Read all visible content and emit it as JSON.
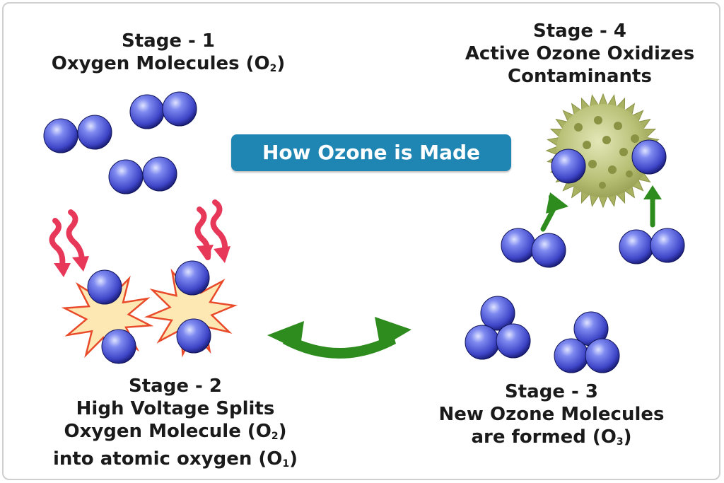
{
  "title": "How Ozone is Made",
  "stages": {
    "s1": {
      "heading": "Stage - 1",
      "line1_pre": "Oxygen Molecules (O",
      "line1_sub": "2",
      "line1_post": ")"
    },
    "s2": {
      "heading": "Stage - 2",
      "line1": "High Voltage Splits",
      "line2_pre": "Oxygen Molecule (O",
      "line2_sub": "2",
      "line2_post": ")",
      "line3_pre": "into atomic oxygen (O",
      "line3_sub": "1",
      "line3_post": ")"
    },
    "s3": {
      "heading": "Stage - 3",
      "line1": "New Ozone Molecules",
      "line2_pre": "are formed (O",
      "line2_sub": "3",
      "line2_post": ")"
    },
    "s4": {
      "heading": "Stage - 4",
      "line1": "Active Ozone Oxidizes",
      "line2": "Contaminants"
    }
  },
  "colors": {
    "title_bg": "#1f86b4",
    "atom": "#3f46c8",
    "arrow_green": "#2e8b1e",
    "zap_red": "#e8385a",
    "burst_fill": "#fde8b4",
    "burst_stroke": "#e84a2a",
    "contaminant": "#a4ad5e"
  }
}
